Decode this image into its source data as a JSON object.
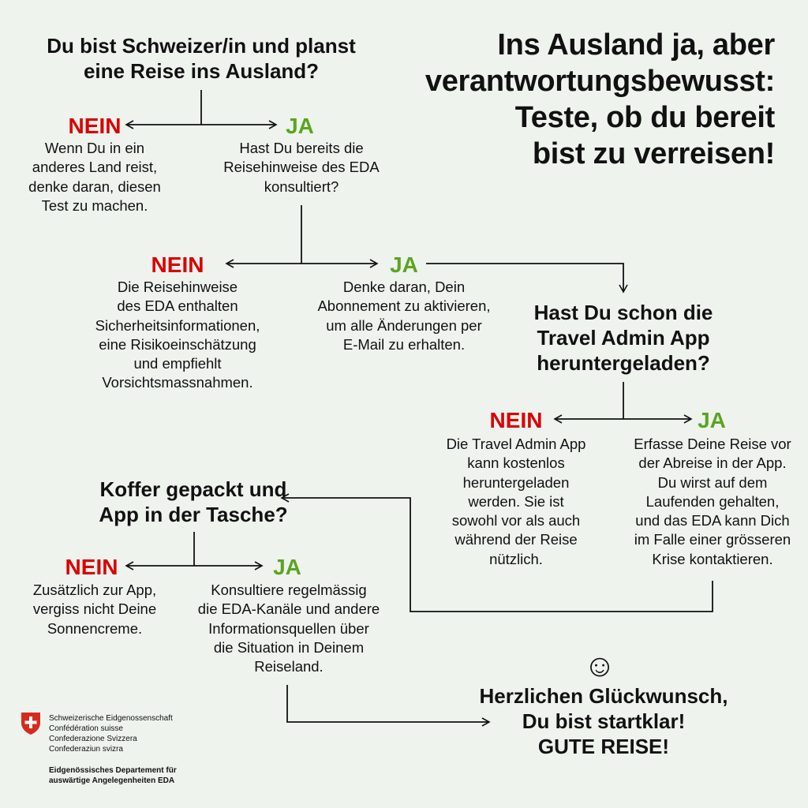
{
  "headline": [
    "Ins Ausland ja, aber",
    "verantwortungsbewusst:",
    "Teste, ob du bereit",
    "bist zu verreisen!"
  ],
  "q1": [
    "Du bist Schweizer/in und planst",
    "eine Reise ins Ausland?"
  ],
  "q1_no": {
    "label": "NEIN",
    "text": [
      "Wenn Du in ein",
      "anderes Land reist,",
      "denke daran, diesen",
      "Test zu machen."
    ]
  },
  "q1_yes": {
    "label": "JA",
    "text": [
      "Hast Du bereits die",
      "Reisehinweise des EDA",
      "konsultiert?"
    ]
  },
  "q2_no": {
    "label": "NEIN",
    "text": [
      "Die Reisehinweise",
      "des EDA enthalten",
      "Sicherheitsinformationen,",
      "eine Risikoeinschätzung",
      "und empfiehlt",
      "Vorsichtsmassnahmen."
    ]
  },
  "q2_yes": {
    "label": "JA",
    "text": [
      "Denke daran, Dein",
      "Abonnement zu aktivieren,",
      "um alle Änderungen per",
      "E-Mail zu erhalten."
    ]
  },
  "q3": [
    "Hast Du schon die",
    "Travel Admin App",
    "heruntergeladen?"
  ],
  "q3_no": {
    "label": "NEIN",
    "text": [
      "Die Travel Admin App",
      "kann kostenlos",
      "heruntergeladen",
      "werden. Sie ist",
      "sowohl vor als auch",
      "während der Reise",
      "nützlich."
    ]
  },
  "q3_yes": {
    "label": "JA",
    "text": [
      "Erfasse Deine Reise vor",
      "der Abreise in der App.",
      "Du wirst auf dem",
      "Laufenden gehalten,",
      "und das EDA kann Dich",
      "im Falle einer grösseren",
      "Krise kontaktieren."
    ]
  },
  "q4": [
    "Koffer gepackt und",
    "App in der Tasche?"
  ],
  "q4_no": {
    "label": "NEIN",
    "text": [
      "Zusätzlich zur App,",
      "vergiss nicht Deine",
      "Sonnencreme."
    ]
  },
  "q4_yes": {
    "label": "JA",
    "text": [
      "Konsultiere regelmässig",
      "die EDA-Kanäle und andere",
      "Informationsquellen über",
      "die Situation in Deinem",
      "Reiseland."
    ]
  },
  "final": {
    "smiley": "☺",
    "lines": [
      "Herzlichen Glückwunsch,",
      "Du bist startklar!",
      "GUTE REISE!"
    ]
  },
  "logo": {
    "names": [
      "Schweizerische Eidgenossenschaft",
      "Confédération suisse",
      "Confederazione Svizzera",
      "Confederaziun svizra"
    ],
    "dept": [
      "Eidgenössisches Departement für",
      "auswärtige Angelegenheiten EDA"
    ]
  },
  "colors": {
    "no": "#d90000",
    "yes": "#5aa51e",
    "background": "#eef3ee",
    "ink": "#111111",
    "flag": "#d52b1e"
  }
}
